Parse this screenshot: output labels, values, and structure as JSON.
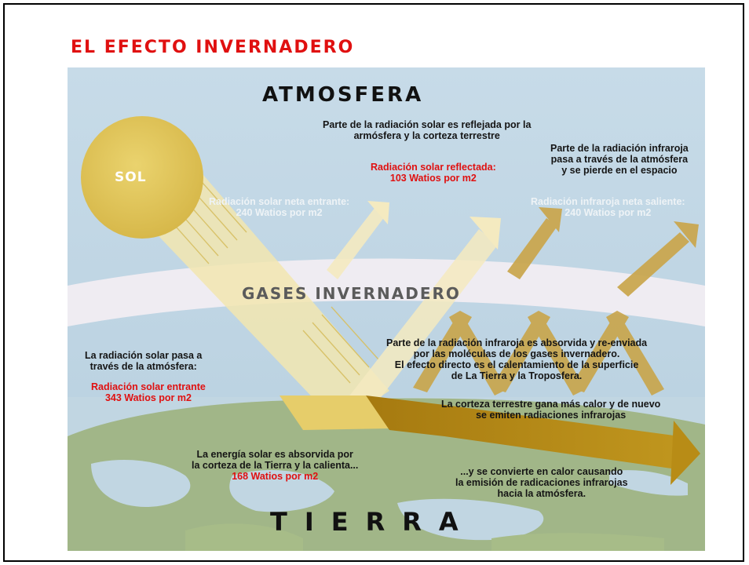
{
  "title": "EL EFECTO INVERNADERO",
  "colors": {
    "title_red": "#e01010",
    "sky": "#c4d8e6",
    "sun": "#e3c85c",
    "solar_beam": "#f3e7b4",
    "infrared_arrow": "#c9a54a",
    "earth_heat_arrow": "#b08412",
    "greenhouse_band": "#f1edf2",
    "land": "#9cb27e",
    "sea": "#c0d6e3"
  },
  "labels": {
    "atmosphere": "ATMOSFERA",
    "sun": "SOL",
    "greenhouse_gases": "GASES INVERNADERO",
    "earth": "TIERRA"
  },
  "annotations": {
    "reflected_desc": [
      "Parte de la radiación solar es reflejada por la",
      "armósfera y la corteza terrestre"
    ],
    "reflected_value": [
      "Radiación solar reflectada:",
      "103 Watios por m2"
    ],
    "ir_escape_desc": [
      "Parte de la radiación infraroja",
      "pasa a través de la atmósfera",
      "y se pierde en el espacio"
    ],
    "net_incoming": [
      "Radiación solar neta entrante:",
      "240 Watios por m2"
    ],
    "net_outgoing": [
      "Radiación  infraroja neta saliente:",
      "240 Watios por m2"
    ],
    "solar_passes_desc": [
      "La radiación solar pasa a",
      "través de la atmósfera:"
    ],
    "solar_incoming_value": [
      "Radiación solar entrante",
      "343 Watios por m2"
    ],
    "ir_absorbed_desc": [
      "Parte de la radiación infraroja es absorvida y re-enviada",
      "por las moléculas de los gases invernadero.",
      "El efecto directo es el calentamiento de la superficie",
      "de La Tierra y la Troposfera."
    ],
    "crust_heat_desc": [
      "La corteza terrestre gana más calor y de nuevo",
      "se emiten radiaciones infrarojas"
    ],
    "absorbed_desc": [
      "La energía solar es absorvida por",
      "la corteza de la Tierra y la calienta..."
    ],
    "absorbed_value": "168 Watios por m2",
    "heat_emission_desc": [
      "...y se convierte en calor causando",
      "la emisión de radicaciones infrarojas",
      "hacia la atmósfera."
    ]
  }
}
